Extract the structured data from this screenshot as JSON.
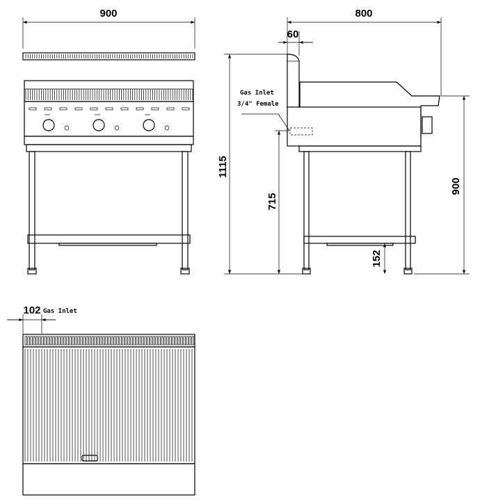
{
  "dimensions": {
    "front_width": "900",
    "side_depth": "800",
    "splash_depth": "60",
    "total_height": "1115",
    "inlet_height": "715",
    "work_height": "900",
    "shelf_height": "152",
    "inlet_offset": "102"
  },
  "notes": {
    "gas_inlet_side_line1": "Gas Inlet",
    "gas_inlet_side_line2": "3/4\" Female",
    "gas_inlet_top": "Gas Inlet"
  },
  "burner_count": 3
}
